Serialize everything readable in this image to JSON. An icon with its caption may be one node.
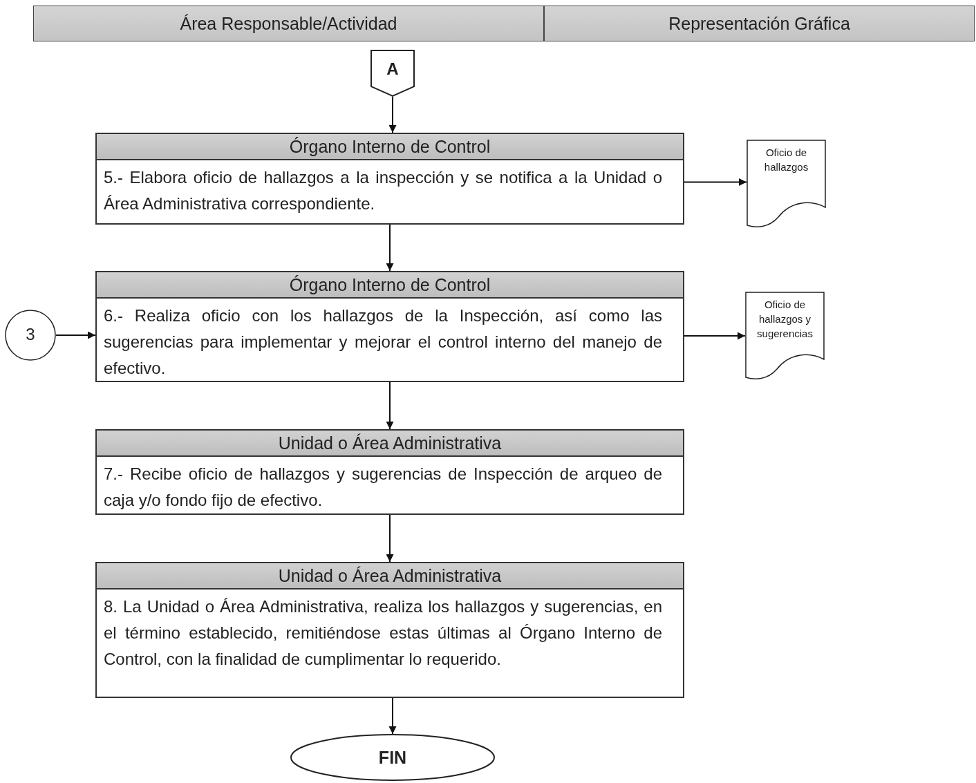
{
  "diagram": {
    "nodes": [
      {
        "text": [
          "Área Responsable/Actividad"
        ]
      },
      {
        "text": [
          "Representación Gráfica"
        ]
      },
      {
        "text": [
          "A"
        ]
      },
      {
        "text": [
          "Órgano Interno de Control",
          "5.- Elabora oficio de hallazgos a la inspección y se notifica a la Unidad o Área Administrativa correspondiente."
        ]
      },
      {
        "text": [
          "Oficio de hallazgos"
        ]
      },
      {
        "text": [
          "Órgano Interno de Control",
          "6.- Realiza oficio con los hallazgos de la Inspección, así como las sugerencias para implementar y mejorar el control interno del manejo de efectivo."
        ]
      },
      {
        "text": [
          "Oficio de hallazgos y sugerencias"
        ]
      },
      {
        "text": [
          "3"
        ]
      },
      {
        "text": [
          "Unidad o Área Administrativa",
          "7.- Recibe oficio de hallazgos y sugerencias de Inspección de arqueo de caja y/o fondo fijo de efectivo."
        ]
      },
      {
        "text": [
          "Unidad o Área Administrativa",
          "8. La Unidad o Área Administrativa, realiza los hallazgos y sugerencias, en el término establecido, remitiéndose estas últimas al Órgano Interno de Control, con la finalidad de cumplimentar lo requerido."
        ]
      },
      {
        "text": [
          "FIN"
        ]
      }
    ],
    "edges": [
      {
        "from": 2,
        "to": 3,
        "arrow": "to"
      },
      {
        "from": 3,
        "to": 4,
        "arrow": "to"
      },
      {
        "from": 3,
        "to": 5,
        "arrow": "to"
      },
      {
        "from": 5,
        "to": 6,
        "arrow": "to"
      },
      {
        "from": 7,
        "to": 5,
        "arrow": "to"
      },
      {
        "from": 5,
        "to": 8,
        "arrow": "to"
      },
      {
        "from": 8,
        "to": 9,
        "arrow": "to"
      },
      {
        "from": 9,
        "to": 10,
        "arrow": "to"
      }
    ]
  }
}
